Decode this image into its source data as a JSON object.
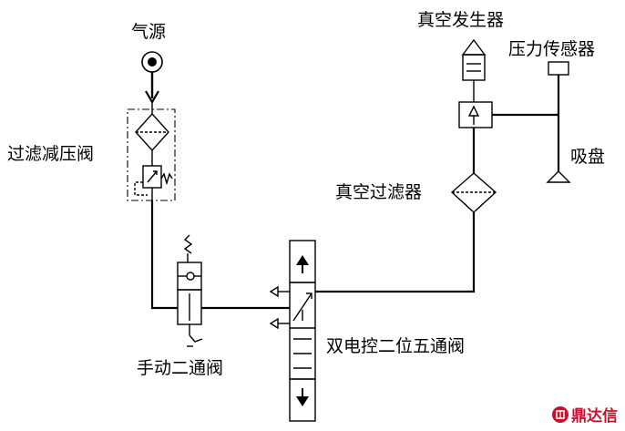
{
  "labels": {
    "air_source": "气源",
    "filter_regulator": "过滤减压阀",
    "manual_valve": "手动二通阀",
    "solenoid_valve": "双电控二位五通阀",
    "vacuum_filter": "真空过滤器",
    "vacuum_generator": "真空发生器",
    "pressure_sensor": "压力传感器",
    "suction_cup": "吸盘"
  },
  "watermark": {
    "text": "鼎达信",
    "color": "#c8102e"
  }
}
